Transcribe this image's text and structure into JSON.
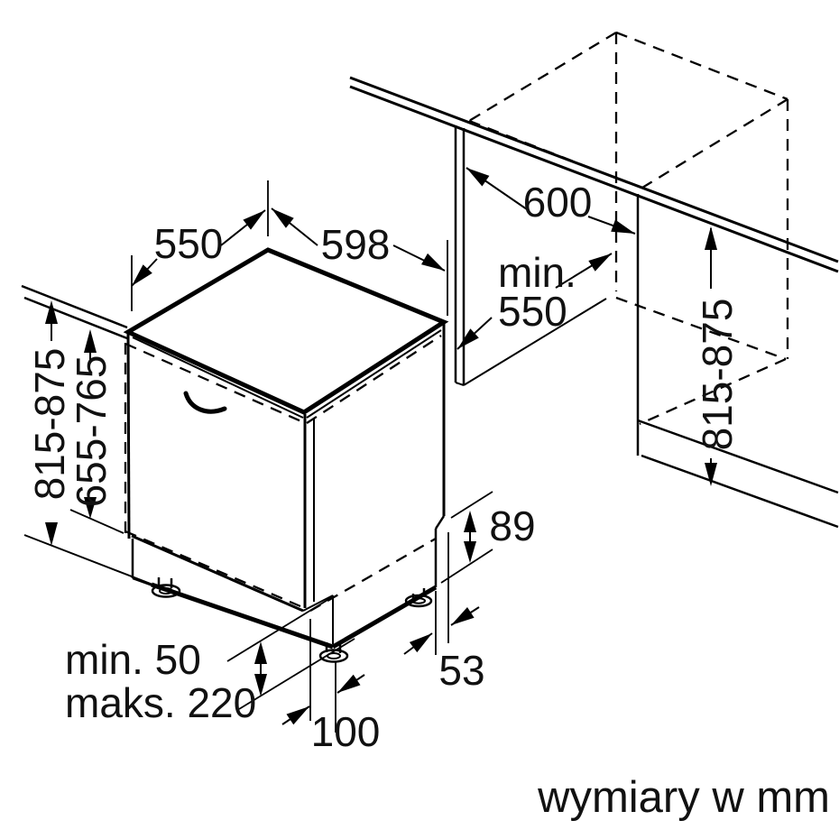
{
  "diagram": {
    "footer_label": "wymiary w mm",
    "colors": {
      "line": "#000000",
      "text": "#111111",
      "background": "#ffffff"
    },
    "labels": {
      "depth_top": "550",
      "width_top": "598",
      "niche_width": "600",
      "niche_depth_line1": "min.",
      "niche_depth_line2": "550",
      "height_left": "815-875",
      "height_right": "815-875",
      "door_height": "655-765",
      "base_step": "89",
      "side_gap": "53",
      "foot_min": "min. 50",
      "foot_max": "maks. 220",
      "plinth_offset": "100"
    }
  }
}
